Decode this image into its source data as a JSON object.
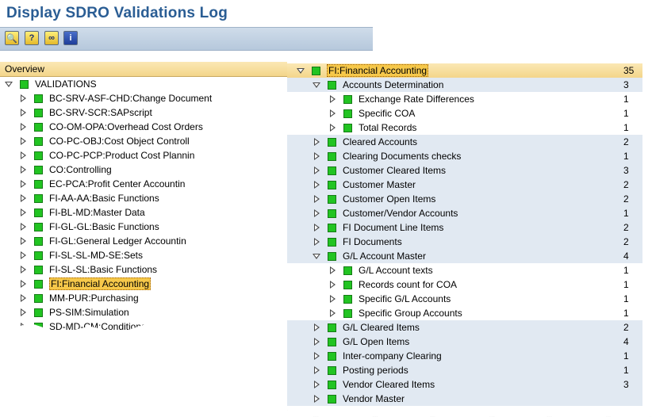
{
  "window": {
    "title": "Display SDRO Validations Log"
  },
  "toolbar": {
    "buttons": [
      {
        "icon": "magnifier-icon",
        "glyph": "🔍"
      },
      {
        "icon": "help-icon",
        "glyph": "?"
      },
      {
        "icon": "glasses-icon",
        "glyph": "∞"
      },
      {
        "icon": "info-icon",
        "glyph": "i"
      }
    ]
  },
  "overview": {
    "header": "Overview",
    "root": "VALIDATIONS",
    "items": [
      "BC-SRV-ASF-CHD:Change Document",
      "BC-SRV-SCR:SAPscript",
      "CO-OM-OPA:Overhead Cost Orders",
      "CO-PC-OBJ:Cost Object Controll",
      "CO-PC-PCP:Product Cost Plannin",
      "CO:Controlling",
      "EC-PCA:Profit Center Accountin",
      "FI-AA-AA:Basic Functions",
      "FI-BL-MD:Master Data",
      "FI-GL-GL:Basic Functions",
      "FI-GL:General Ledger Accountin",
      "FI-SL-SL-MD-SE:Sets",
      "FI-SL-SL:Basic Functions",
      "FI:Financial Accounting",
      "MM-PUR:Purchasing",
      "PS-SIM:Simulation",
      "SD-MD-CM:Conditions"
    ],
    "selected": "FI:Financial Accounting"
  },
  "detail": {
    "root": {
      "label": "FI:Financial Accounting",
      "count": "35"
    },
    "rows": [
      {
        "label": "Accounts Determination",
        "count": "3",
        "level": 1,
        "open": true
      },
      {
        "label": "Exchange Rate Differences",
        "count": "1",
        "level": 2
      },
      {
        "label": "Specific COA",
        "count": "1",
        "level": 2
      },
      {
        "label": "Total Records",
        "count": "1",
        "level": 2
      },
      {
        "label": "Cleared Accounts",
        "count": "2",
        "level": 1
      },
      {
        "label": "Clearing Documents checks",
        "count": "1",
        "level": 1
      },
      {
        "label": "Customer Cleared Items",
        "count": "3",
        "level": 1
      },
      {
        "label": "Customer Master",
        "count": "2",
        "level": 1
      },
      {
        "label": "Customer Open Items",
        "count": "2",
        "level": 1
      },
      {
        "label": "Customer/Vendor Accounts",
        "count": "1",
        "level": 1
      },
      {
        "label": "FI Document Line Items",
        "count": "2",
        "level": 1
      },
      {
        "label": "FI Documents",
        "count": "2",
        "level": 1
      },
      {
        "label": "G/L Account Master",
        "count": "4",
        "level": 1,
        "open": true
      },
      {
        "label": "G/L Account texts",
        "count": "1",
        "level": 2
      },
      {
        "label": "Records count for COA",
        "count": "1",
        "level": 2
      },
      {
        "label": "Specific G/L Accounts",
        "count": "1",
        "level": 2
      },
      {
        "label": "Specific Group Accounts",
        "count": "1",
        "level": 2
      },
      {
        "label": "G/L Cleared Items",
        "count": "2",
        "level": 1
      },
      {
        "label": "G/L Open Items",
        "count": "4",
        "level": 1
      },
      {
        "label": "Inter-company Clearing",
        "count": "1",
        "level": 1
      },
      {
        "label": "Posting periods",
        "count": "1",
        "level": 1
      },
      {
        "label": "Vendor Cleared Items",
        "count": "3",
        "level": 1
      },
      {
        "label": "Vendor Master",
        "count": "",
        "level": 1
      }
    ]
  }
}
